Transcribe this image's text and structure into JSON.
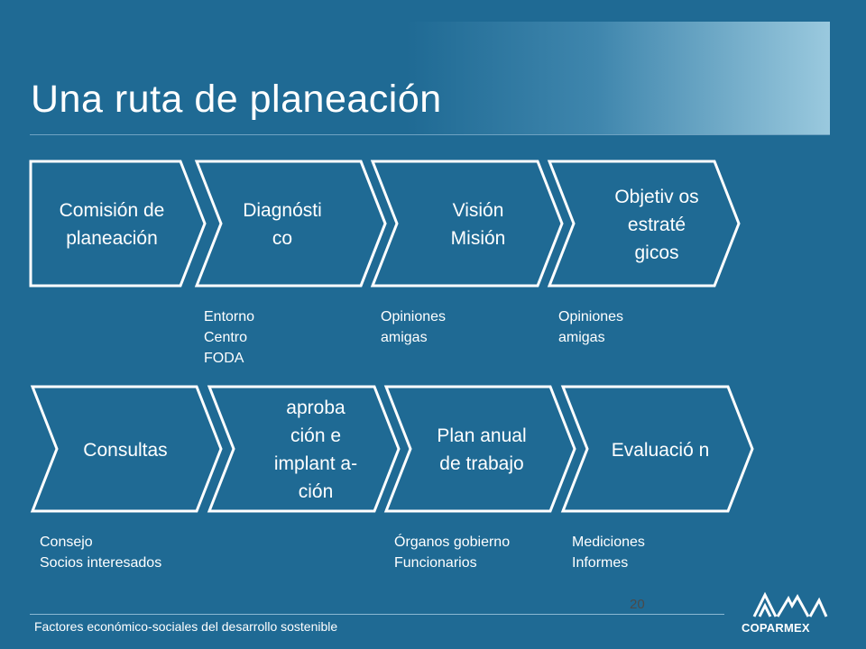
{
  "title": "Una ruta de planeación",
  "steps": [
    {
      "label": "Comisión de planeación"
    },
    {
      "label": "Diagnósti co"
    },
    {
      "label": "Visión Misión"
    },
    {
      "label": "Objetiv os estraté gicos"
    },
    {
      "label": "Consultas"
    },
    {
      "label": "aproba ción e implant a-ción"
    },
    {
      "label": "Plan anual de trabajo"
    },
    {
      "label": "Evaluació n"
    }
  ],
  "notes": [
    {
      "text": "Entorno\nCentro\nFODA"
    },
    {
      "text": "Opiniones\namigas"
    },
    {
      "text": "Opiniones\namigas"
    },
    {
      "text": "Consejo\nSocios interesados"
    },
    {
      "text": "Órganos gobierno\nFuncionarios"
    },
    {
      "text": "Mediciones\nInformes"
    }
  ],
  "footer": {
    "page_number": "20",
    "text": "Factores económico-sociales del desarrollo sostenible"
  },
  "logo": {
    "name": "coparmex-logo",
    "text": "COPARMEX"
  }
}
